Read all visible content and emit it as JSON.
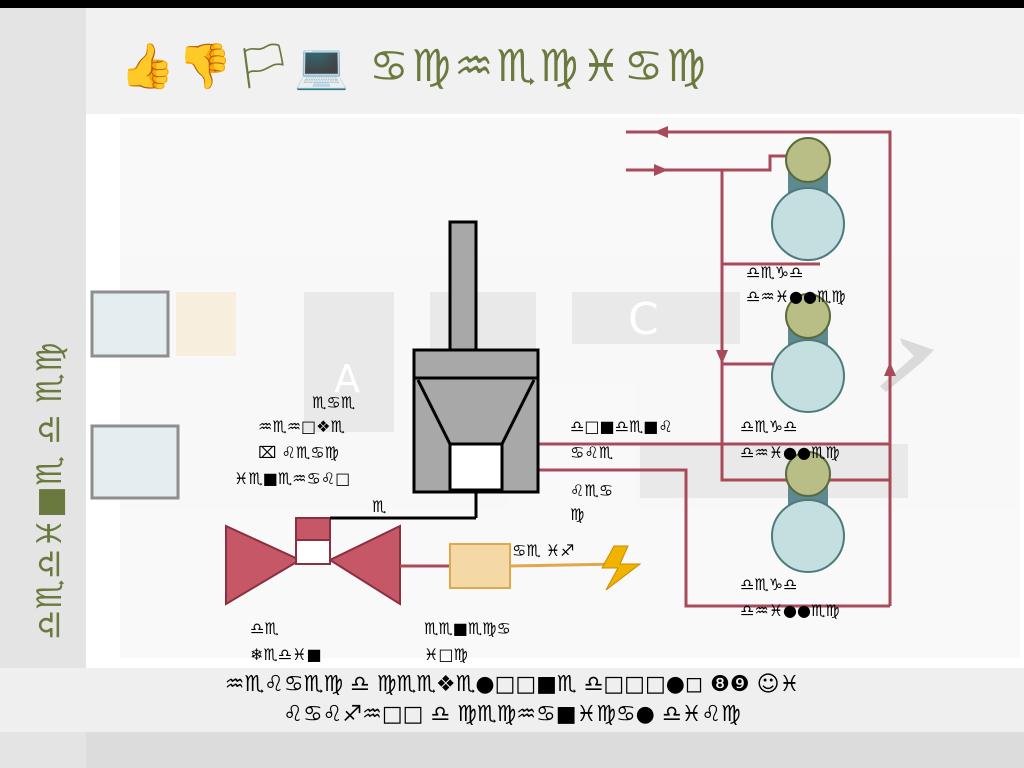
{
  "slide": {
    "title": "👍👎🏳💻 ♋♍♒♏♍♓♋♍",
    "vertical_label": "♎♏♎♓■♏ ♎ ♏♍",
    "footer_line1": "♒♏♌♋♏♍ ♎ ♍♏♏❖♏●□□■♏ ♎□□□●◻ ❽❾ ☺♓",
    "footer_line2": "♌♋♌♐♒□□ ♎ ♍♏♍♒♋■♓♍♋● ♎♓♌♍"
  },
  "diagram": {
    "labels": {
      "heat_recovery": [
        "♏♋♏",
        "♒♏♒□❖♏",
        "⌧ ♌♏♋♍",
        "♓♏■♏♒♋♌□",
        "♏"
      ],
      "condenser_steam": [
        "♎□■♎♏■♌",
        "♋♌♏"
      ],
      "steam": [
        "♌♏♋",
        "♍"
      ],
      "to_grid": "♋♏ ♓♐"
    },
    "ghost_letters": {
      "a": "A",
      "c": "C"
    },
    "labels_chillers": [
      [
        "♎♏♑♎",
        "♎♒♓●●♏♍"
      ],
      [
        "♎♏♑♎",
        "♎♒♓●●♏♍"
      ],
      [
        "♎♏♑♎",
        "♎♒♓●●♏♍"
      ]
    ],
    "gas_turbine": [
      "♎♏",
      "❄♏♎♓■"
    ],
    "generator": [
      "♏♏■♏♍♋",
      "♓□♍"
    ]
  }
}
